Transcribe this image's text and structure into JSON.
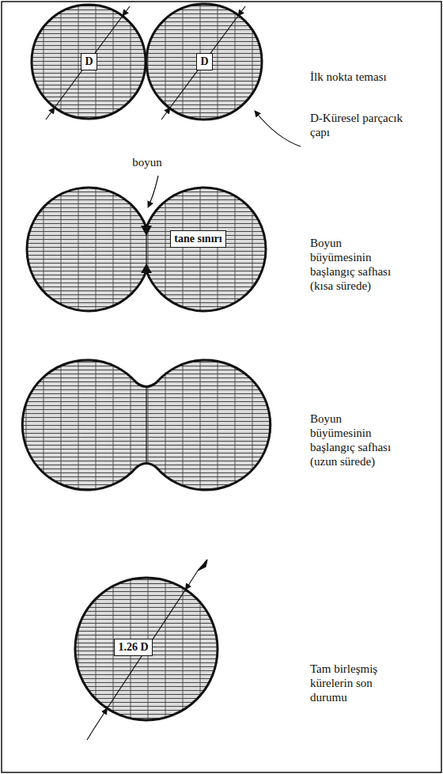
{
  "diagram": {
    "nodes": [
      {
        "text": [
          "D"
        ]
      },
      {
        "text": [
          "D"
        ]
      },
      {
        "text": [
          "tane sınırı"
        ]
      },
      {
        "text": [
          "1.26 D"
        ]
      }
    ],
    "labels": [
      "İlk nokta teması",
      "D-Küresel parçacık çapı",
      "boyun",
      "Boyun büyümesinin başlangıç safhası (kısa sürede)",
      "Boyun büyümesinin başlangıç safhası (uzun sürede)",
      "Tam birleşmiş kürelerin son durumu"
    ]
  }
}
